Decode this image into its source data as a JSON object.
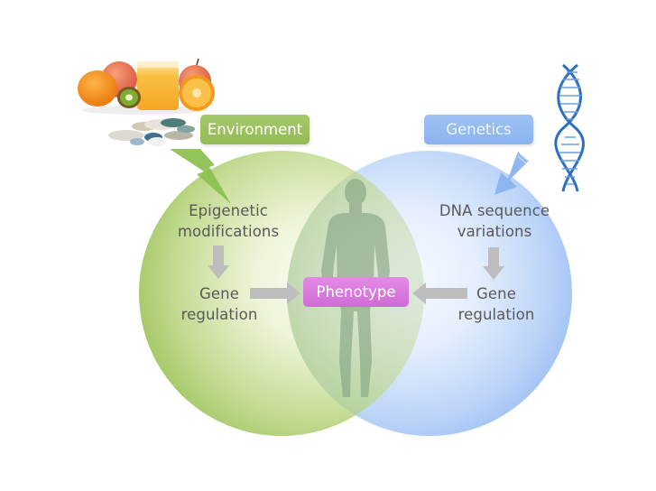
{
  "diagram": {
    "environment_label": "Environment",
    "genetics_label": "Genetics",
    "phenotype_label": "Phenotype",
    "left_circle": {
      "line1": "Epigenetic",
      "line2": "modifications",
      "result_line1": "Gene",
      "result_line2": "regulation"
    },
    "right_circle": {
      "line1": "DNA sequence",
      "line2": "variations",
      "result_line1": "Gene",
      "result_line2": "regulation"
    },
    "images": {
      "environment_image": "fruits-juice-and-pills",
      "genetics_image": "dna-double-helix",
      "center_image": "human-silhouette"
    },
    "colors": {
      "environment": "#9dc45f",
      "genetics": "#92b8f0",
      "phenotype": "#d878dc",
      "arrow": "#bdbdbd",
      "text": "#595959"
    }
  }
}
